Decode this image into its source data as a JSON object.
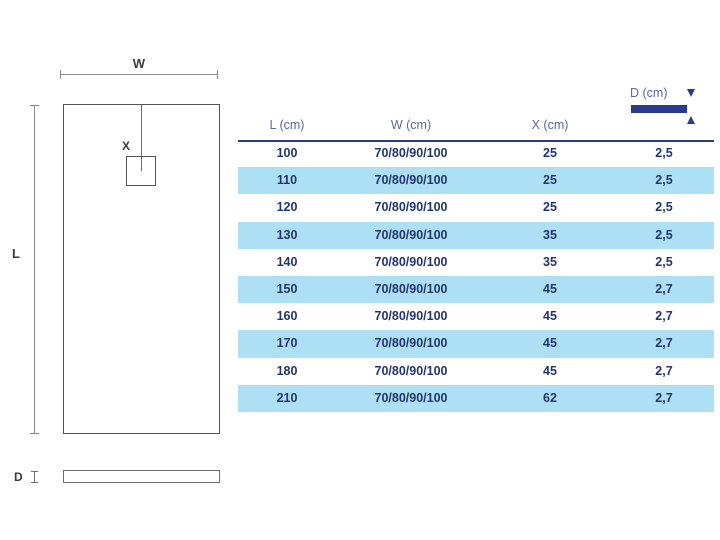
{
  "diagram": {
    "width_label": "W",
    "length_label": "L",
    "drain_label": "X",
    "depth_label": "D",
    "shapes": {
      "tray_plan_name": "shower-tray-plan-outline",
      "drain_name": "drain-square",
      "tray_profile_name": "shower-tray-side-profile"
    }
  },
  "table": {
    "headers": [
      "L (cm)",
      "W (cm)",
      "X (cm)",
      "D (cm)"
    ],
    "depth_header": {
      "label": "D (cm)",
      "arrow_down": "down-arrow-icon",
      "arrow_up": "up-arrow-icon"
    },
    "rows": [
      {
        "l": "100",
        "w": "70/80/90/100",
        "x": "25",
        "d": "2,5"
      },
      {
        "l": "110",
        "w": "70/80/90/100",
        "x": "25",
        "d": "2,5"
      },
      {
        "l": "120",
        "w": "70/80/90/100",
        "x": "25",
        "d": "2,5"
      },
      {
        "l": "130",
        "w": "70/80/90/100",
        "x": "35",
        "d": "2,5"
      },
      {
        "l": "140",
        "w": "70/80/90/100",
        "x": "35",
        "d": "2,5"
      },
      {
        "l": "150",
        "w": "70/80/90/100",
        "x": "45",
        "d": "2,7"
      },
      {
        "l": "160",
        "w": "70/80/90/100",
        "x": "45",
        "d": "2,7"
      },
      {
        "l": "170",
        "w": "70/80/90/100",
        "x": "45",
        "d": "2,7"
      },
      {
        "l": "180",
        "w": "70/80/90/100",
        "x": "45",
        "d": "2,7"
      },
      {
        "l": "210",
        "w": "70/80/90/100",
        "x": "62",
        "d": "2,7"
      }
    ]
  },
  "colors": {
    "header_text": "#5b6a9e",
    "value_text": "#23356e",
    "band": "#ade0f5",
    "rule": "#2a3b7d",
    "accent_bar": "#2a3b8f",
    "line": "#8a8a8a",
    "outline": "#555555"
  }
}
